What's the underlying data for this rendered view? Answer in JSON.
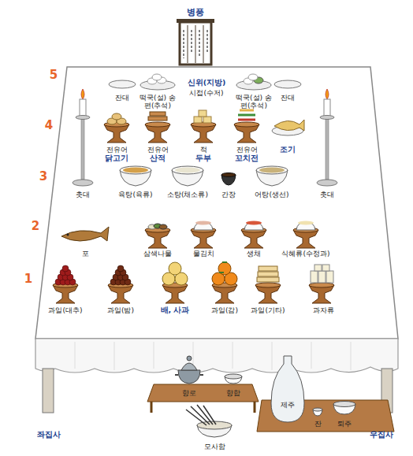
{
  "diagram": {
    "labels": [
      "병풍",
      "5",
      "4",
      "3",
      "2",
      "1",
      "잔대",
      "떡국(설) 송편(추석)",
      "신위(지방)",
      "시접(수저)",
      "떡국(설) 송편(추석)",
      "잔대",
      "전유어",
      "닭고기",
      "전유어",
      "산적",
      "적",
      "두부",
      "전유어",
      "꼬치전",
      "조기",
      "촛대",
      "촛대",
      "육탕(육류)",
      "소탕(채소류)",
      "간장",
      "어탕(생선)",
      "포",
      "삼색나물",
      "물김치",
      "생채",
      "식혜류(수정과)",
      "과일(대추)",
      "과일(밤)",
      "배, 사과",
      "과일(감)",
      "과일(기타)",
      "과자류",
      "향로",
      "향합",
      "제주",
      "잔",
      "퇴주",
      "모사함",
      "좌집사",
      "우집사"
    ]
  }
}
